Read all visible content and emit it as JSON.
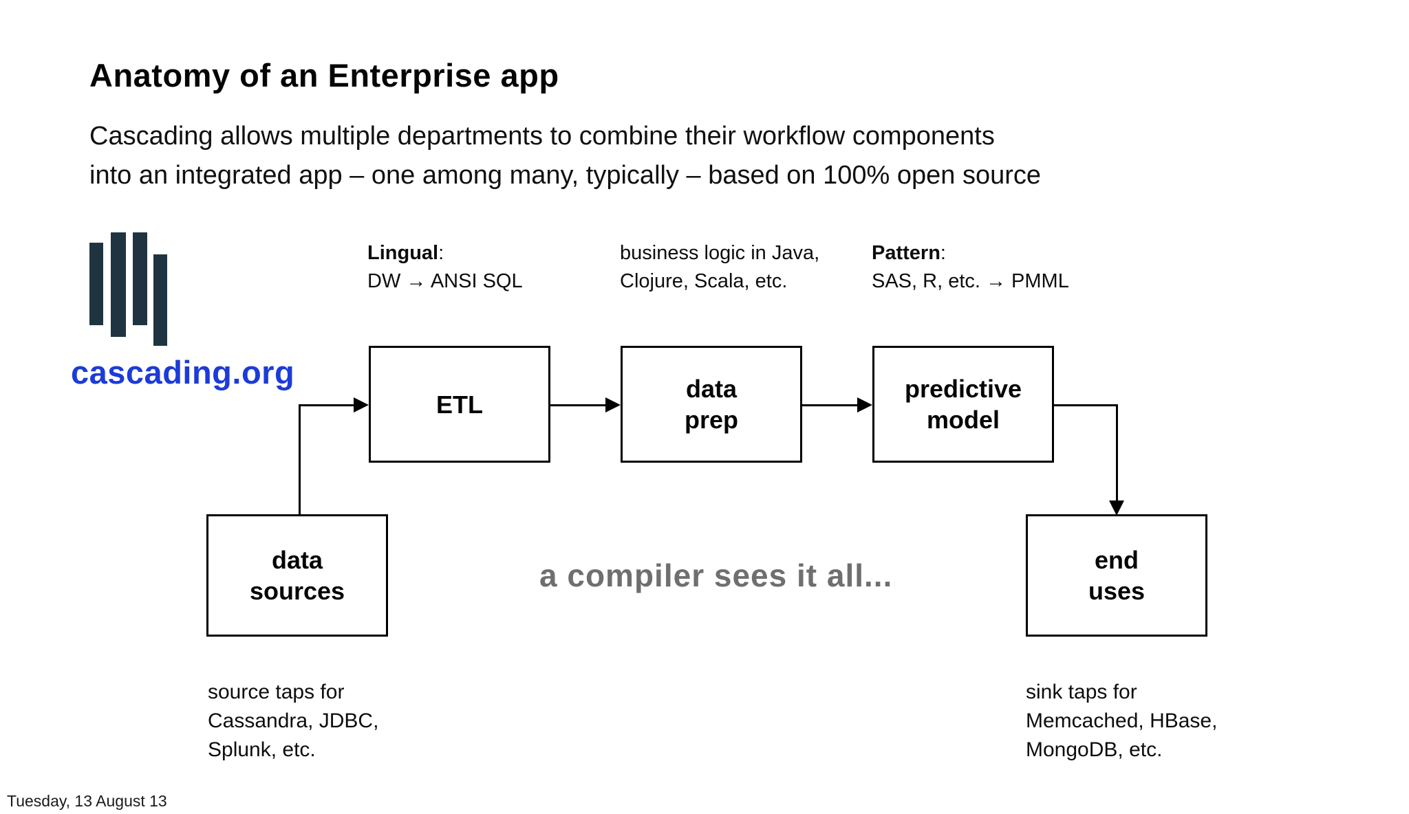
{
  "slide": {
    "title": "Anatomy of an Enterprise app",
    "subtitle": "Cascading allows multiple departments to combine their workflow components\ninto an integrated app – one among many, typically – based on 100% open source",
    "footer": "Tuesday, 13 August 13"
  },
  "logo": {
    "site": "cascading.org",
    "bar_color": "#1f3440",
    "link_color": "#1c3bd9"
  },
  "annotations": {
    "lingual": {
      "term": "Lingual",
      "colon": ":",
      "detail": "DW → ANSI SQL"
    },
    "business": {
      "line1": "business logic in Java,",
      "line2": "Clojure, Scala, etc."
    },
    "pattern": {
      "term": "Pattern",
      "colon": ":",
      "detail": "SAS, R, etc. → PMML"
    }
  },
  "diagram": {
    "nodes": {
      "etl": {
        "label": "ETL"
      },
      "data_prep": {
        "label": "data\nprep"
      },
      "predictive_model": {
        "label": "predictive\nmodel"
      },
      "data_sources": {
        "label": "data\nsources"
      },
      "end_uses": {
        "label": "end\nuses"
      }
    },
    "caption": "a compiler sees it all...",
    "caption_color": "#6f6f6f",
    "source_note": "source taps for\nCassandra, JDBC,\nSplunk, etc.",
    "sink_note": "sink taps for\nMemcached, HBase,\nMongoDB, etc."
  }
}
